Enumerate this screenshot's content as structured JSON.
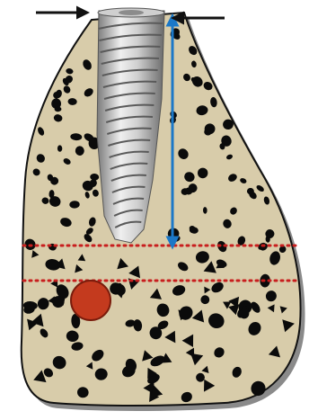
{
  "diagram": {
    "subject": "dental-implant-in-bone-cross-section",
    "colors": {
      "background": "#ffffff",
      "bone_fill": "#d8ccaa",
      "bone_outline": "#111111",
      "bone_shadow": "#8a8a8a",
      "marrow_spaces": "#0b0b0b",
      "implant_light": "#e4e4e4",
      "implant_dark": "#6f6f6f",
      "measurement_arrow": "#1b78c8",
      "pointer_arrows": "#111111",
      "reference_lines": "#c81e1e",
      "lesion_fill": "#c43a1e",
      "lesion_outline": "#7a1c0c"
    },
    "elements": {
      "bone": "cancellous-bone-section",
      "implant": "threaded-implant",
      "measurement": "double-headed-vertical-arrow",
      "pointers": [
        "left-crest-arrow",
        "right-crest-arrow"
      ],
      "reference_lines": [
        "upper-dotted-line",
        "lower-dotted-line"
      ],
      "lesion": "round-red-lesion"
    }
  }
}
